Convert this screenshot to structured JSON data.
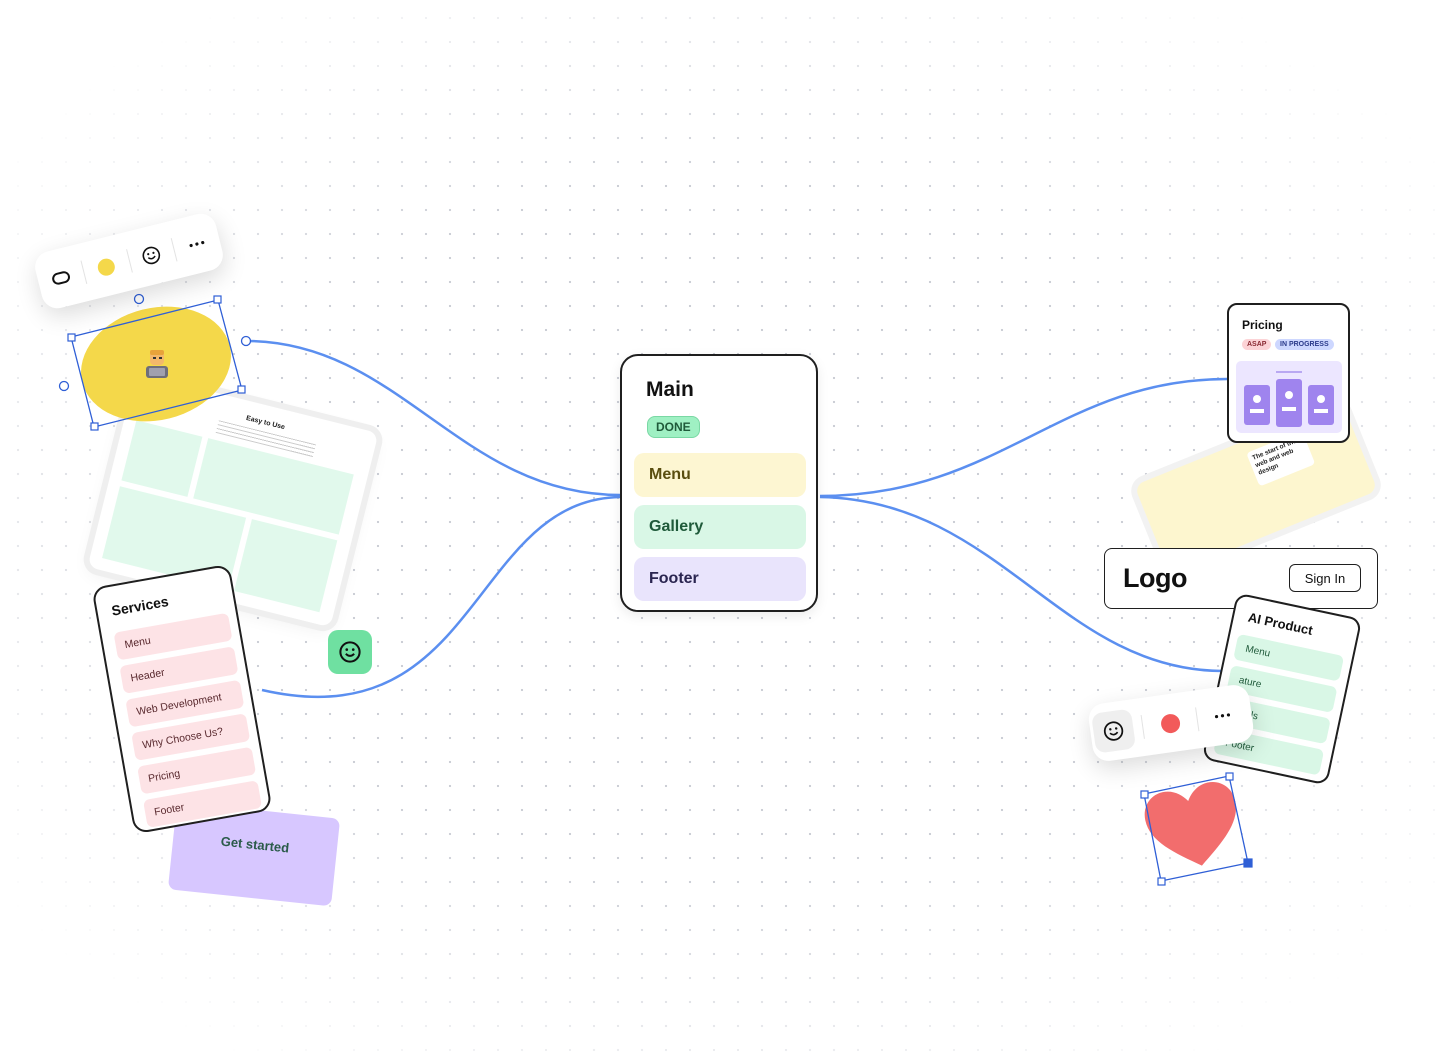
{
  "main_card": {
    "title": "Main",
    "status": "DONE",
    "sections": [
      {
        "label": "Menu",
        "bg": "#fdf6d2",
        "color": "#5a4e10"
      },
      {
        "label": "Gallery",
        "bg": "#d9f7e6",
        "color": "#1f5a3a"
      },
      {
        "label": "Footer",
        "bg": "#e9e4fc",
        "color": "#2a2550"
      }
    ]
  },
  "services_card": {
    "title": "Services",
    "items": [
      "Menu",
      "Header",
      "Web Development",
      "Why Choose Us?",
      "Pricing",
      "Footer"
    ]
  },
  "wireframe_card": {
    "title": "Easy to Use"
  },
  "get_started": {
    "label": "Get started"
  },
  "pricing_card": {
    "title": "Pricing",
    "tags": [
      {
        "label": "ASAP",
        "bg": "#fcd3d6",
        "color": "#8a2a33"
      },
      {
        "label": "IN PROGRESS",
        "bg": "#cdd7ff",
        "color": "#2a3a8a"
      }
    ]
  },
  "yellow_note": {
    "text": "The start of the web and web design"
  },
  "logo_header": {
    "logo": "Logo",
    "sign_in": "Sign In"
  },
  "ai_product": {
    "title": "AI Product",
    "items": [
      "Menu",
      "Feature",
      "Testimonials",
      "Footer"
    ],
    "visible_items": [
      "Menu",
      "ature",
      "onials",
      "Footer"
    ]
  },
  "toolbar_left": {
    "items": [
      "shape-icon",
      "color-swatch-yellow",
      "emoji-icon",
      "more-icon"
    ],
    "swatch_color": "#f4d84a"
  },
  "toolbar_right": {
    "items": [
      "emoji-icon",
      "color-swatch-red",
      "more-icon"
    ],
    "swatch_color": "#f25a5a"
  },
  "colors": {
    "connector": "#5b8ff0",
    "selection": "#2f5fd6",
    "yellow_circle": "#f4d84a",
    "heart": "#f26d6d",
    "green_emoji_bg": "#6fe0a1"
  }
}
